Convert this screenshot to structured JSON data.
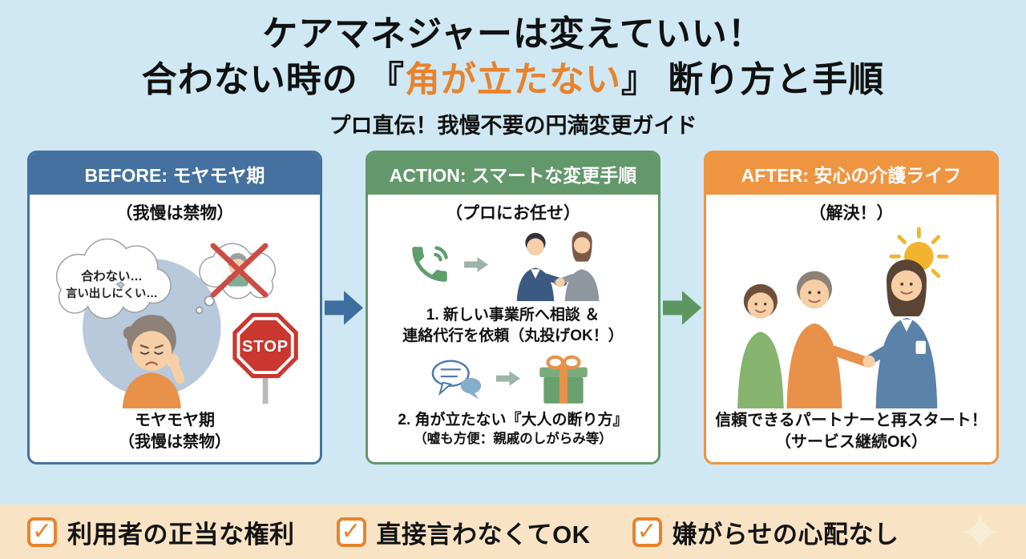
{
  "header": {
    "title_line1": "ケアマネジャーは変えていい！",
    "title_line2": {
      "pre": "合わない時の",
      "bracket_open": "『",
      "highlight": "角が立たない",
      "bracket_close": "』",
      "post": "断り方と手順"
    },
    "subtitle": "プロ直伝！我慢不要の円満変更ガイド"
  },
  "panels": {
    "before": {
      "header": "BEFORE: モヤモヤ期",
      "subheader": "（我慢は禁物）",
      "thought_line1": "合わない…",
      "thought_line2": "言い出しにくい…",
      "stop_sign": "STOP",
      "caption_line1": "モヤモヤ期",
      "caption_line2": "（我慢は禁物）"
    },
    "action": {
      "header": "ACTION: スマートな変更手順",
      "subheader": "（プロにお任せ）",
      "step1_line1": "1. 新しい事業所へ相談 ＆",
      "step1_line2": "連絡代行を依頼（丸投げOK！）",
      "step2_line1": "2. 角が立たない『大人の断り方』",
      "step2_line2": "（嘘も方便：親戚のしがらみ等）"
    },
    "after": {
      "header": "AFTER: 安心の介護ライフ",
      "subheader": "（解決！）",
      "caption_line1": "信頼できるパートナーと再スタート！",
      "caption_line2": "（サービス継続OK）"
    }
  },
  "footer": {
    "check_glyph": "✓",
    "items": [
      {
        "label": "利用者の正当な権利"
      },
      {
        "label": "直接言わなくてOK"
      },
      {
        "label": "嫌がらせの心配なし"
      }
    ]
  },
  "icons": {
    "check": "✓",
    "stop_sign": "red-octagon",
    "phone": "green-handset-with-signal-waves",
    "speech_bubbles": "two-chat-bubbles",
    "gift": "green-box-orange-ribbon",
    "sun": "yellow-sun",
    "sparkle": "four-point-star",
    "flow_arrow": "block-arrow-right"
  },
  "colors": {
    "page_bg": "#cfe8f4",
    "before": "#44719f",
    "action": "#63986a",
    "after": "#ef9440",
    "highlight": "#e8832c",
    "footer_bg": "#f8e3c5",
    "arrow_blue": "#3c6f9f",
    "arrow_green": "#5d9661",
    "stop_red": "#c9372e"
  }
}
